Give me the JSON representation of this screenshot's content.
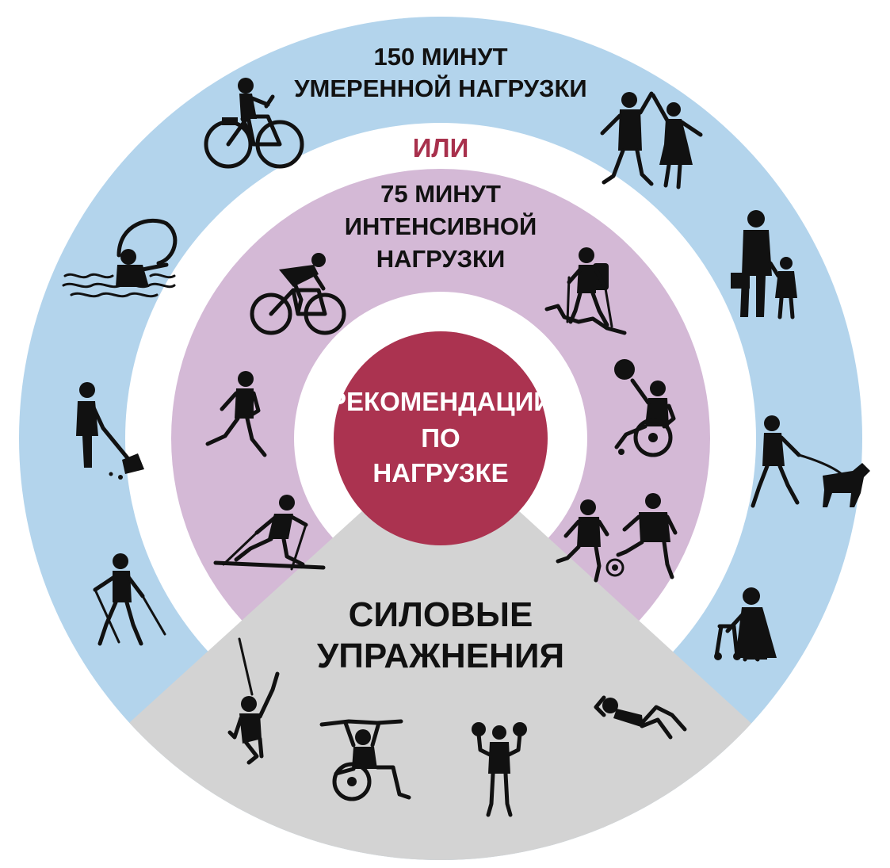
{
  "rings": {
    "outer": {
      "line1": "150 МИНУТ",
      "line2": "УМЕРЕННОЙ НАГРУЗКИ",
      "color": "#b3d4ec"
    },
    "separator": {
      "text": "ИЛИ",
      "color": "#a8304c"
    },
    "inner": {
      "line1": "75 МИНУТ",
      "line2": "ИНТЕНСИВНОЙ",
      "line3": "НАГРУЗКИ",
      "color": "#d4b9d6"
    },
    "center": {
      "line1": "РЕКОМЕНДАЦИИ",
      "line2": "ПО",
      "line3": "НАГРУЗКЕ",
      "color": "#ab3350"
    },
    "strength": {
      "line1": "СИЛОВЫЕ",
      "line2": "УПРАЖНЕНИЯ",
      "color": "#d3d3d3"
    }
  },
  "icons": {
    "moderate": [
      "cyclist-casual-icon",
      "swimmer-icon",
      "sweeper-icon",
      "nordic-walker-icon",
      "dancing-couple-icon",
      "walking-with-child-icon",
      "dog-walker-icon",
      "walker-frame-icon"
    ],
    "vigorous": [
      "road-cyclist-icon",
      "runner-icon",
      "cross-country-skier-icon",
      "hiker-icon",
      "wheelchair-basketball-icon",
      "soccer-players-icon"
    ],
    "strength": [
      "climber-icon",
      "wheelchair-band-exercise-icon",
      "dumbbell-lifter-icon",
      "sit-up-icon"
    ]
  }
}
